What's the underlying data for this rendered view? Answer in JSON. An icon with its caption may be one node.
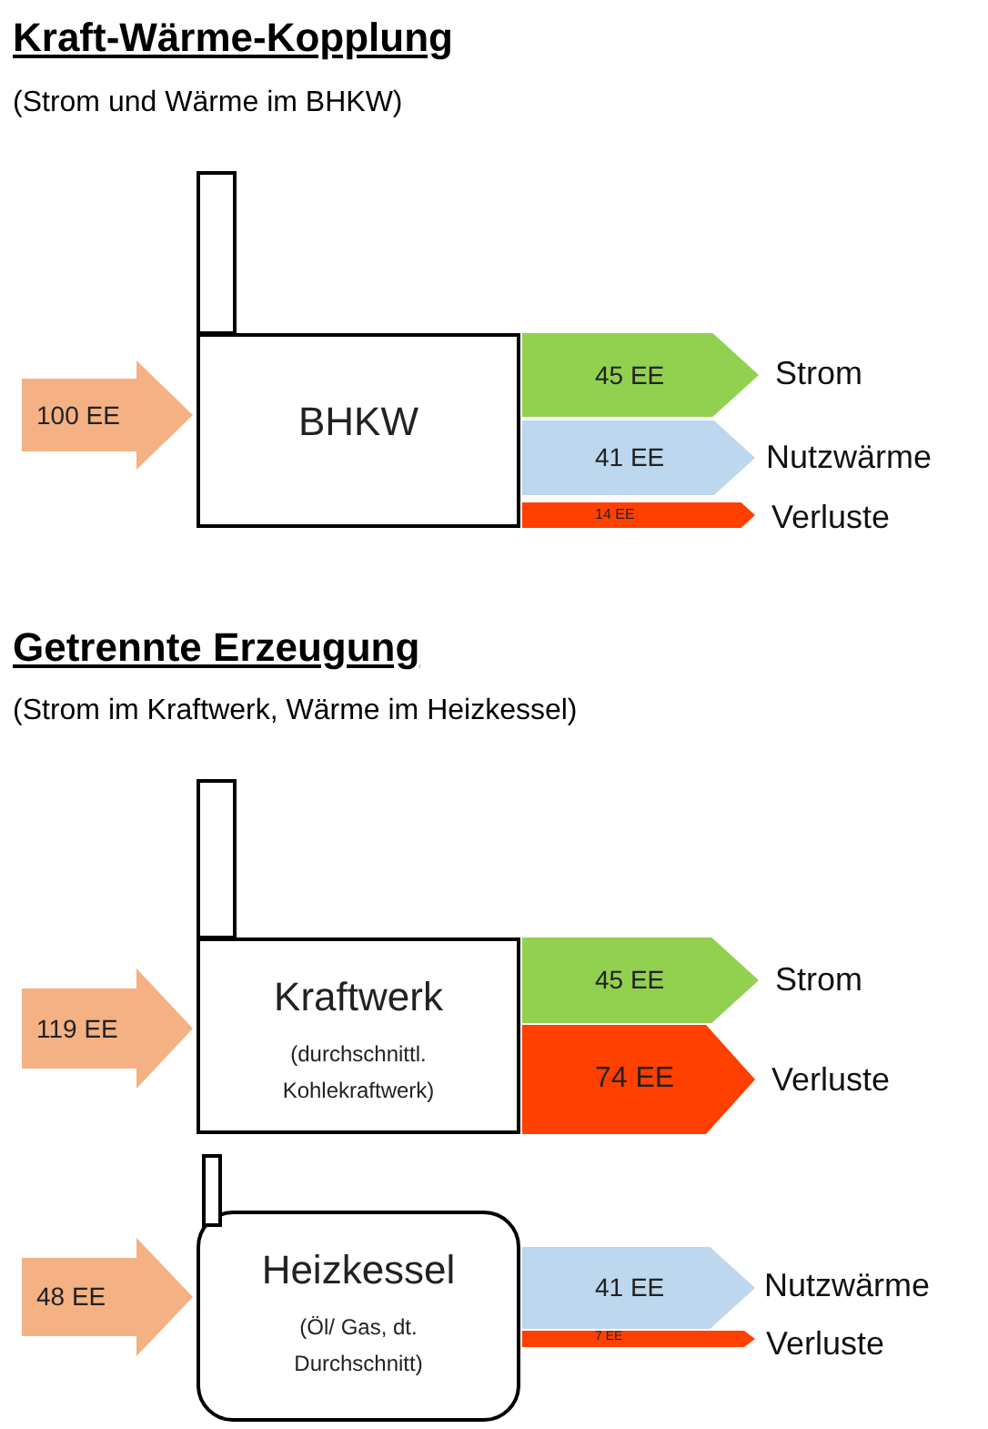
{
  "diagram": {
    "nodes": [
      {
        "text": [],
        "shape": "box"
      },
      {
        "text": [
          "100 EE"
        ]
      },
      {
        "text": [
          "BHKW"
        ]
      },
      {
        "text": [
          "45 EE"
        ],
        "beside": [
          "Strom"
        ]
      },
      {
        "text": [
          "41 EE"
        ],
        "beside": [
          "Nutzwärme"
        ]
      },
      {
        "text": [
          "14 EE"
        ],
        "beside": [
          "Verluste"
        ]
      },
      {
        "text": [],
        "shape": "box"
      },
      {
        "text": [
          "119 EE"
        ]
      },
      {
        "text": [
          "Kraftwerk",
          "(durchschnittl. Kohlekraftwerk)"
        ]
      },
      {
        "text": [
          "45 EE"
        ],
        "beside": [
          "Strom"
        ]
      },
      {
        "text": [
          "74 EE"
        ],
        "beside": [
          "Verluste"
        ]
      },
      {
        "text": [],
        "shape": "box"
      },
      {
        "text": [
          "48 EE"
        ]
      },
      {
        "text": [
          "Heizkessel",
          "(Öl/ Gas, dt. Durchschnitt)"
        ]
      },
      {
        "text": [
          "41 EE"
        ],
        "beside": [
          "Nutzwärme"
        ]
      },
      {
        "text": [
          "7 EE"
        ],
        "beside": [
          "Verluste"
        ]
      }
    ],
    "labels": [
      "Kraft-Wärme-Kopplung",
      "(Strom und Wärme im BHKW)",
      "Getrennte Erzeugung",
      "(Strom im Kraftwerk, Wärme im Heizkessel)"
    ]
  }
}
